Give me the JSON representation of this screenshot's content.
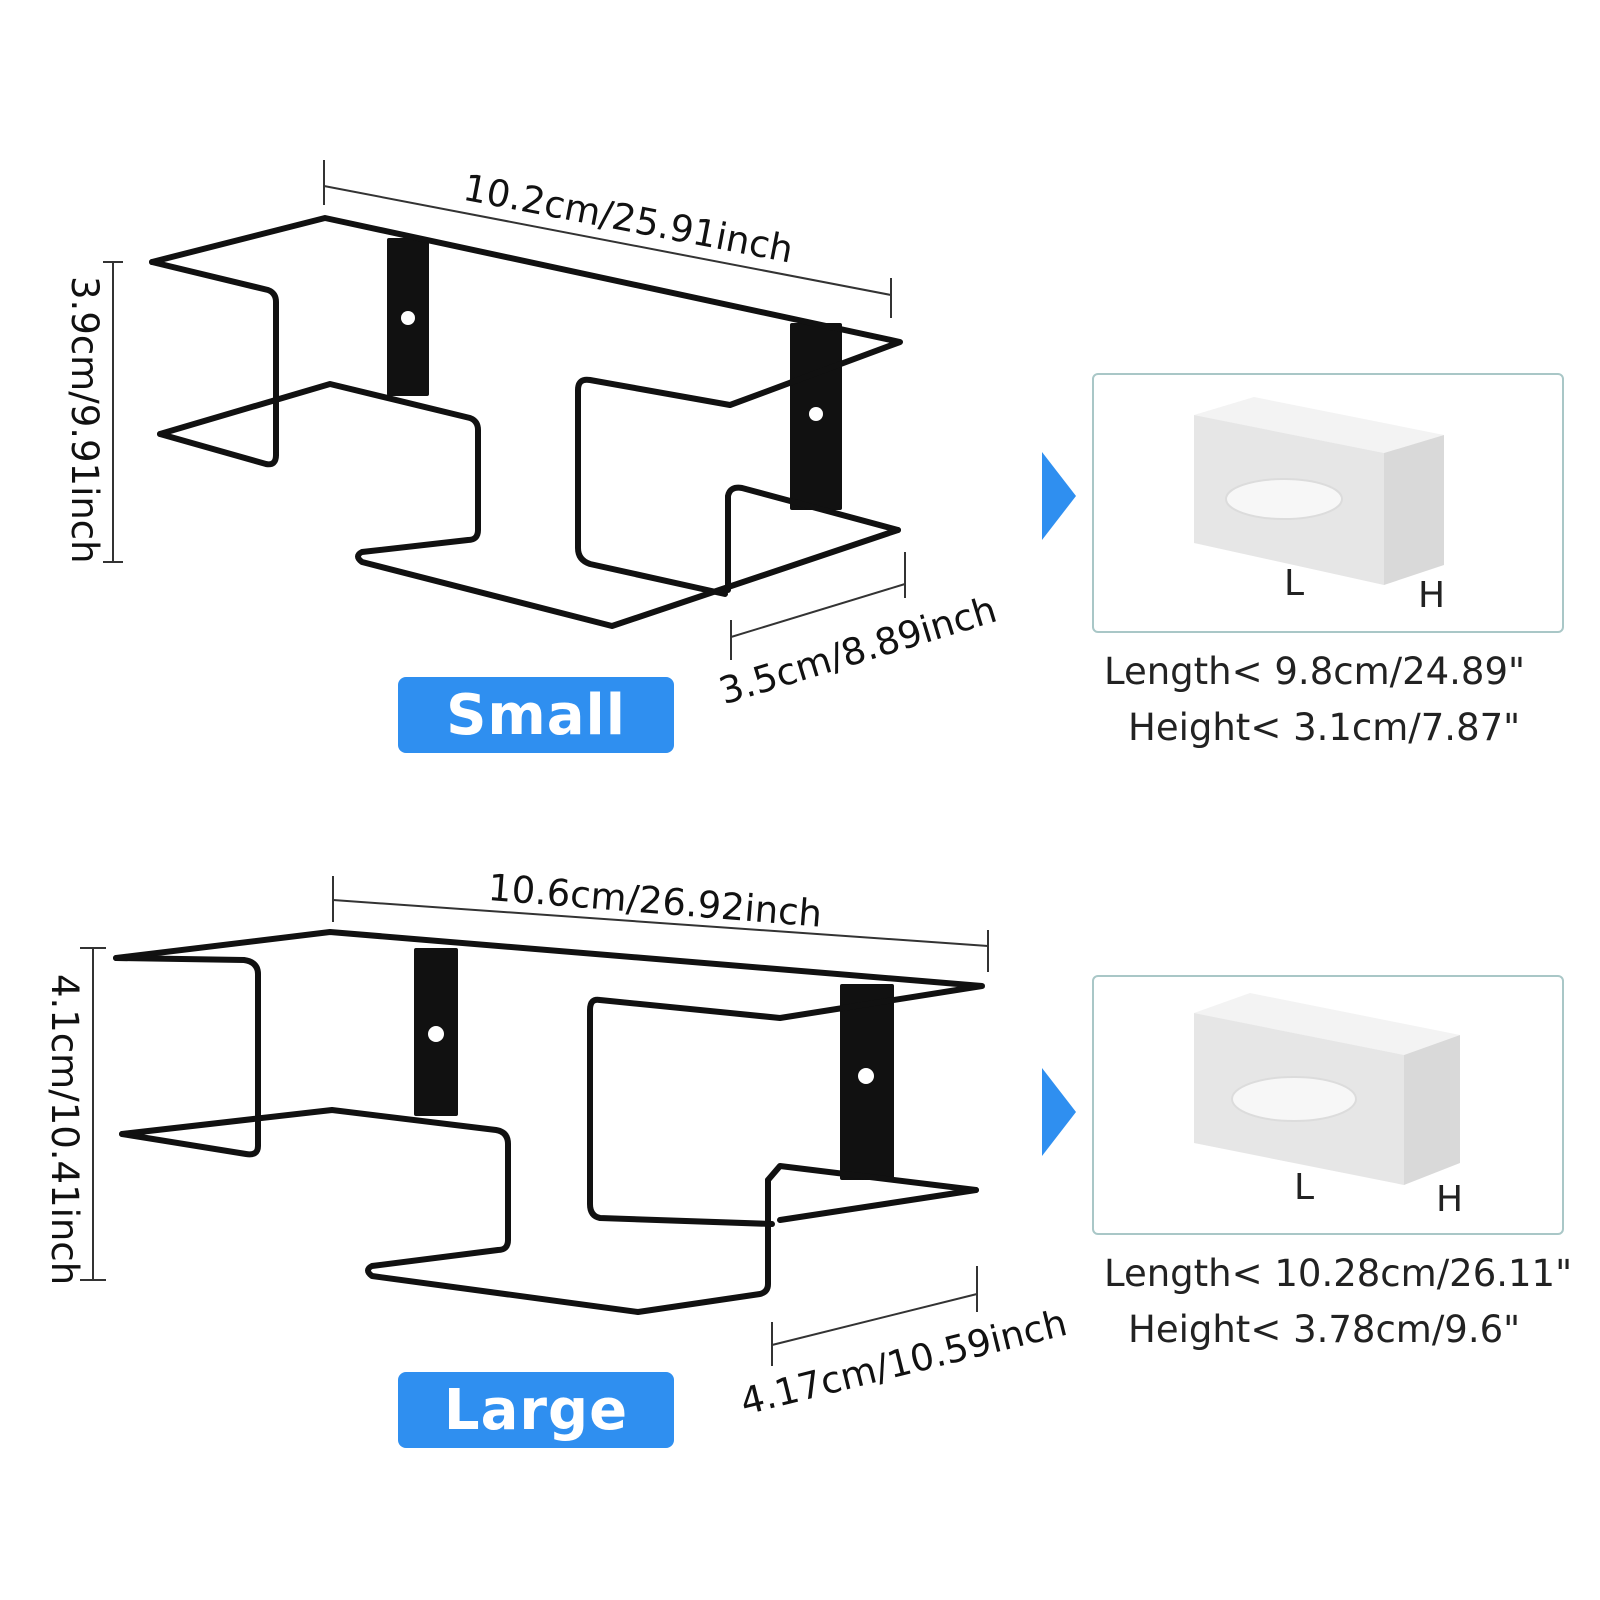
{
  "small": {
    "badge": "Small",
    "width_dim": "10.2cm/25.91inch",
    "height_dim": "3.9cm/9.91inch",
    "depth_dim": "3.5cm/8.89inch",
    "box_label_l": "L",
    "box_label_h": "H",
    "length_label": "Length",
    "length_value": "< 9.8cm/24.89\"",
    "height_label": "Height",
    "height_value": "< 3.1cm/7.87\""
  },
  "large": {
    "badge": "Large",
    "width_dim": "10.6cm/26.92inch",
    "height_dim": "4.1cm/10.41inch",
    "depth_dim": "4.17cm/10.59inch",
    "box_label_l": "L",
    "box_label_h": "H",
    "length_label": "Length",
    "length_value": "< 10.28cm/26.11\"",
    "height_label": "Height",
    "height_value": "< 3.78cm/9.6\""
  },
  "colors": {
    "accent": "#2f8ff0",
    "rack": "#111111",
    "panel_border": "#a9c7c7",
    "tissue_box": "#e6e6e6"
  },
  "icons": [
    "wire-rack-small",
    "wire-rack-large",
    "tissue-box-icon",
    "arrow-right-icon"
  ]
}
